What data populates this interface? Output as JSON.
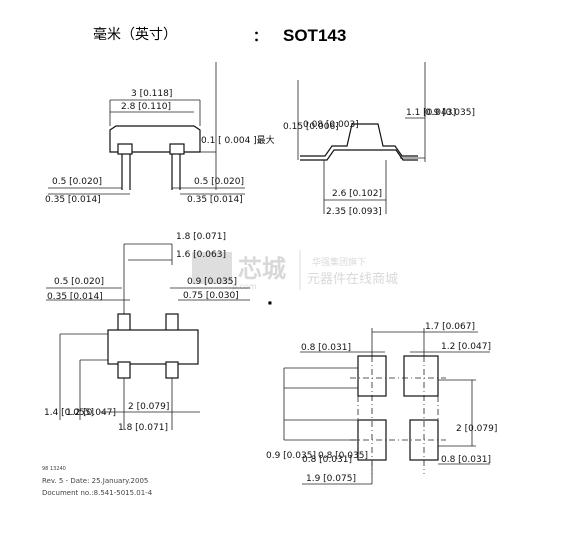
{
  "header": {
    "units": "毫米（英寸）",
    "colon": "：",
    "package": "SOT143"
  },
  "side_view": {
    "top_w1": "3 [0.118]",
    "top_w2": "2.8 [0.110]",
    "height_note": "0.1 [ 0.004 ]最大",
    "lead_left_1": "0.5 [0.020]",
    "lead_left_2": "0.35 [0.014]",
    "lead_right_1": "0.5 [0.020]",
    "lead_right_2": "0.35 [0.014]"
  },
  "end_view": {
    "height": "1.1 [0.043]",
    "height_2": "0.9 [0.035]",
    "lead_t1": "0.15 [0.006]",
    "lead_t2": "0.08 [0.003]",
    "w1": "2.6 [0.102]",
    "w2": "2.35 [0.093]"
  },
  "top_view": {
    "span1": "1.8 [0.071]",
    "span2": "1.6 [0.063]",
    "lead_l1": "0.5 [0.020]",
    "lead_l2": "0.35 [0.014]",
    "lead_r1": "0.9 [0.035]",
    "lead_r2": "0.75 [0.030]",
    "height_l1": "1.4 [0.055]",
    "height_l2": "1.2 [0.047]",
    "pitch1": "2 [0.079]",
    "pitch2": "1.8 [0.071]"
  },
  "footprint": {
    "pad_dot": "■",
    "top_span": "1.7 [0.067]",
    "pad_w_left": "0.8 [0.031]",
    "pad_h_right": "1.2 [0.047]",
    "height": "2 [0.079]",
    "pad_a": "0.9 [0.035]",
    "pad_b": "0.8 [0.035]",
    "pad_c": "0.8 [0.031]",
    "pad_d": "0.8 [0.031]",
    "total": "1.9 [0.075]"
  },
  "watermark": {
    "brand": "芯城",
    "site": "p.com",
    "line1": "华强集团旗下",
    "line2": "元器件在线商城"
  },
  "footer": {
    "code": "98 13240",
    "rev": "Rev. 5 - Date: 25.January.2005",
    "doc": "Document no.:8.541-5015.01-4"
  }
}
